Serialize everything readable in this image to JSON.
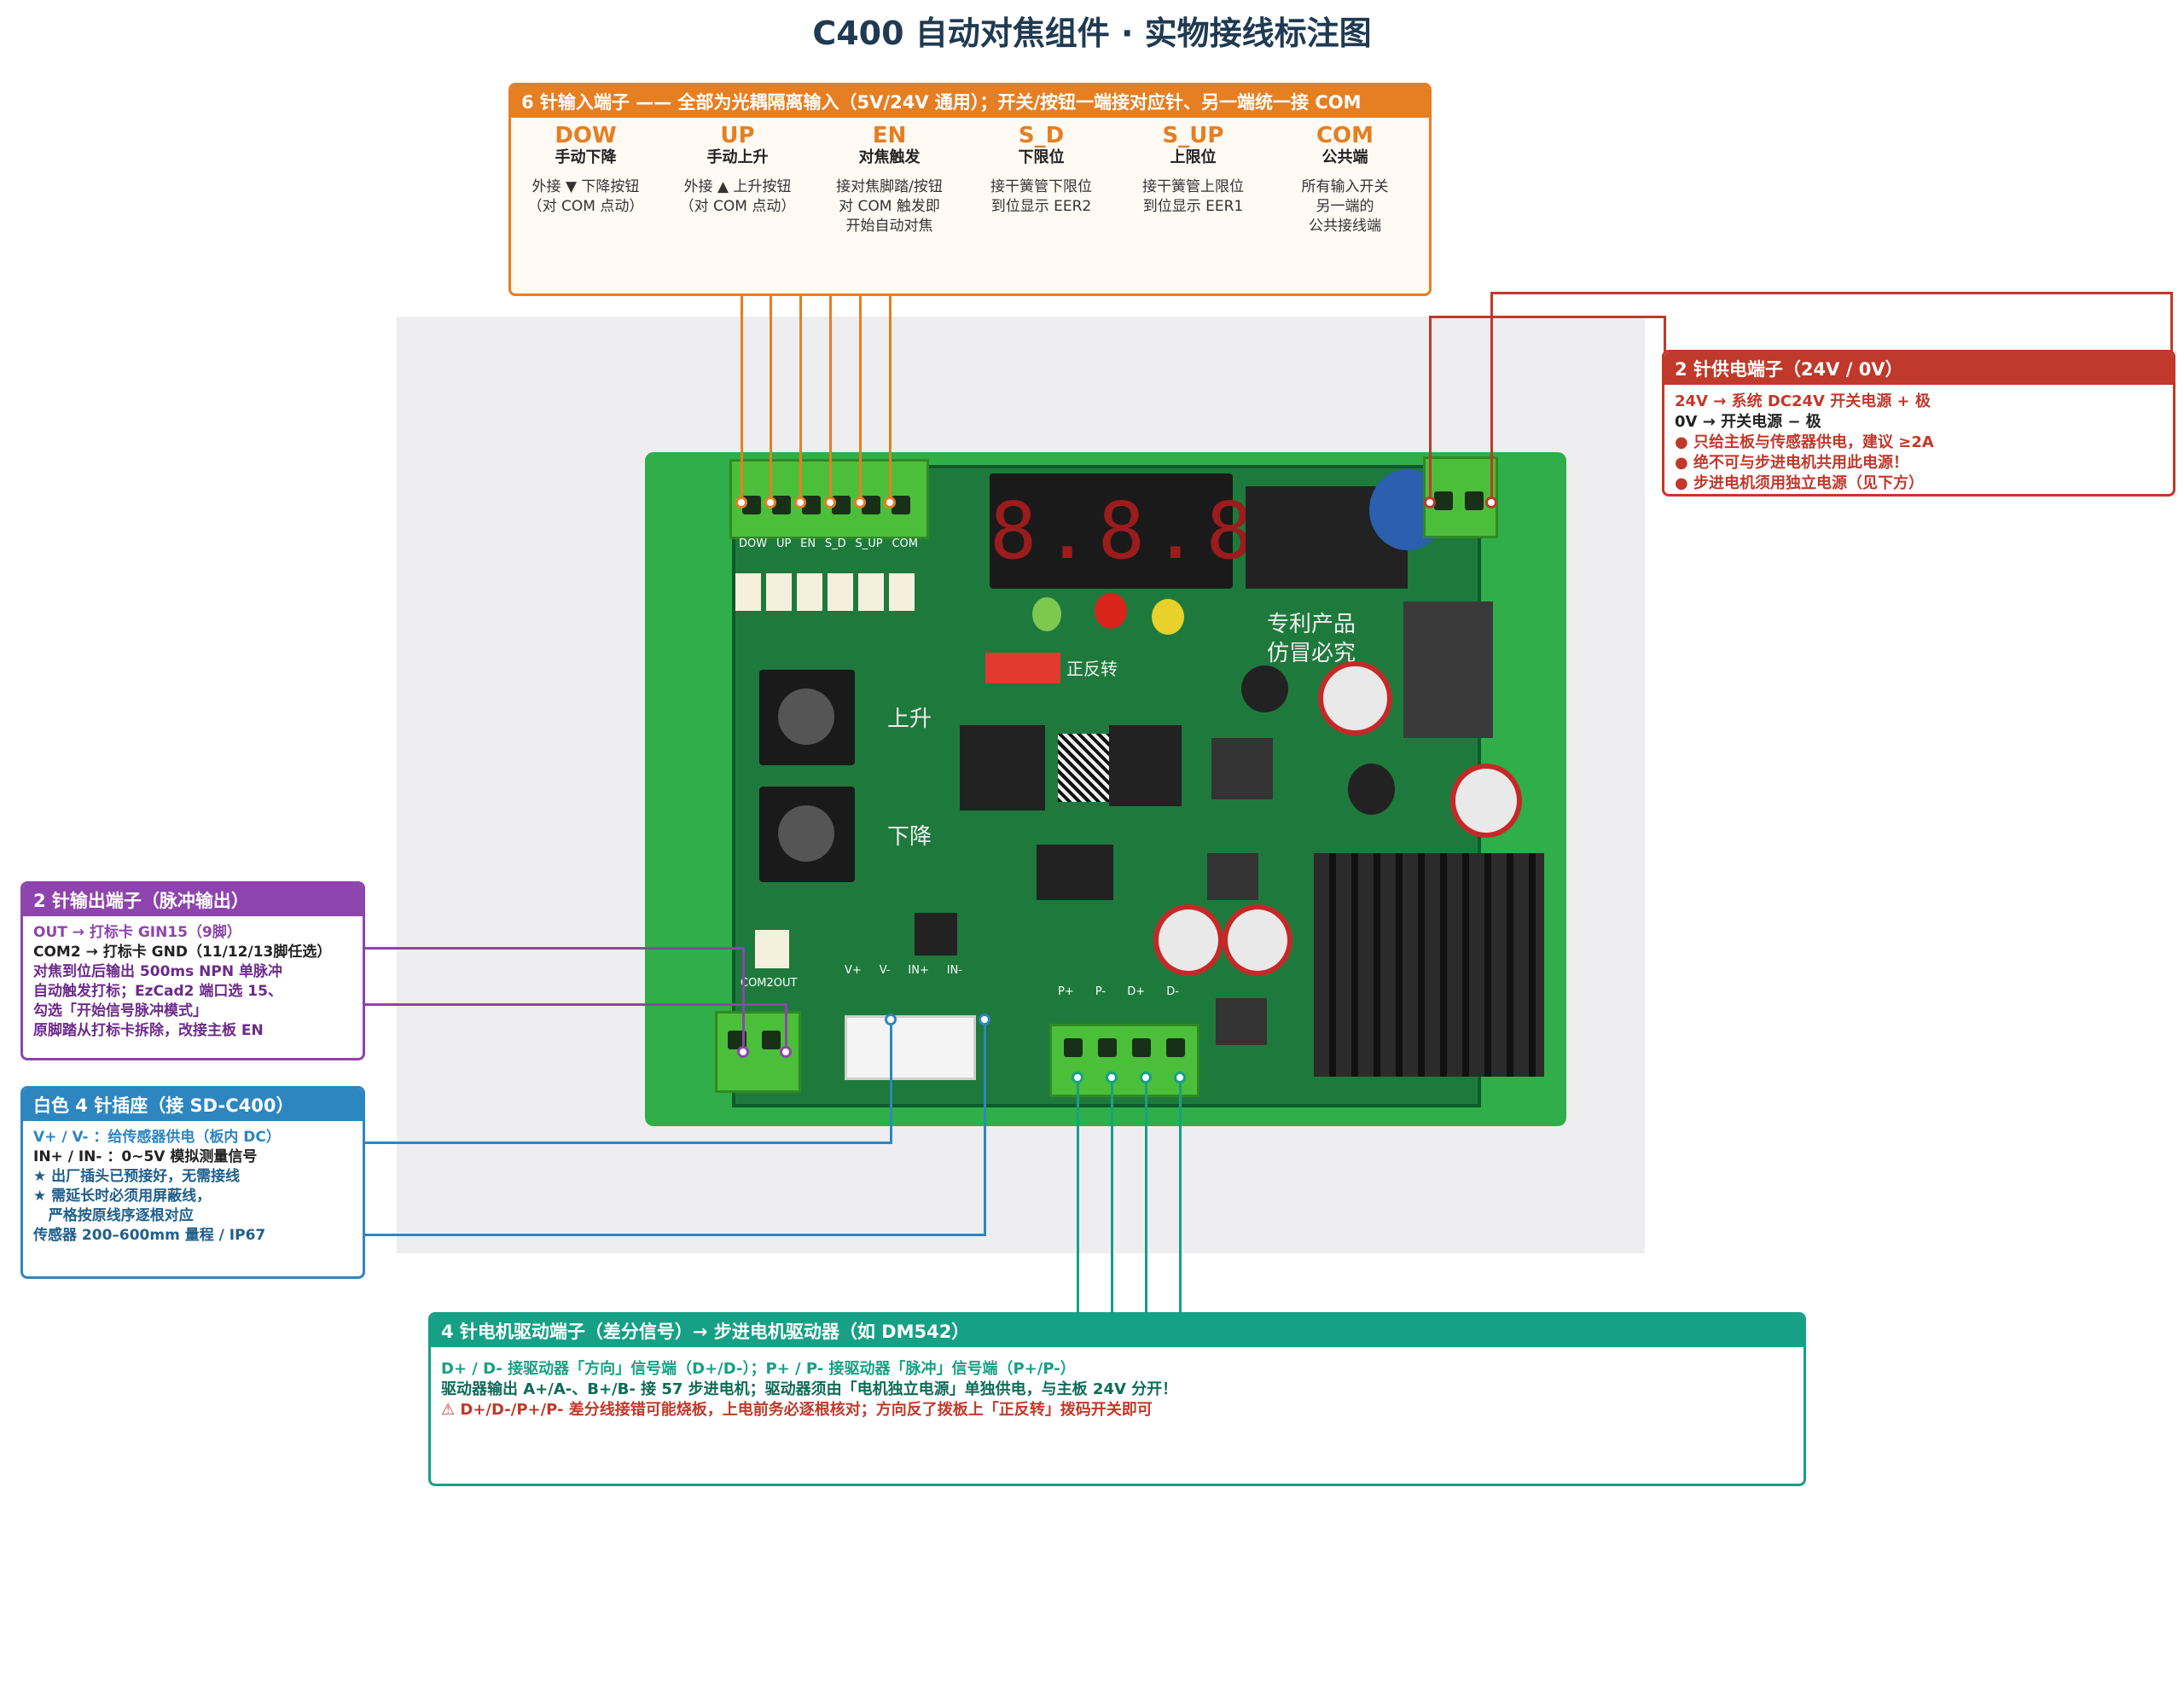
{
  "title": "C400 自动对焦组件 · 实物接线标注图",
  "input_block": {
    "header": "6 针输入端子 —— 全部为光耦隔离输入（5V/24V 通用）；开关/按钮一端接对应针、另一端统一接 COM",
    "pins": [
      {
        "name": "DOW",
        "cn": "手动下降",
        "desc": "外接 ▼ 下降按钮\n（对 COM 点动）"
      },
      {
        "name": "UP",
        "cn": "手动上升",
        "desc": "外接 ▲ 上升按钮\n（对 COM 点动）"
      },
      {
        "name": "EN",
        "cn": "对焦触发",
        "desc": "接对焦脚踏/按钮\n对 COM 触发即\n开始自动对焦"
      },
      {
        "name": "S_D",
        "cn": "下限位",
        "desc": "接干簧管下限位\n到位显示 EER2"
      },
      {
        "name": "S_UP",
        "cn": "上限位",
        "desc": "接干簧管上限位\n到位显示 EER1"
      },
      {
        "name": "COM",
        "cn": "公共端",
        "desc": "所有输入开关\n另一端的\n公共接线端"
      }
    ]
  },
  "power_block": {
    "header": "2 针供电端子（24V / 0V）",
    "lines": [
      {
        "text": "24V → 系统 DC24V 开关电源 + 极",
        "color": "#c0392b"
      },
      {
        "text": "0V → 开关电源 − 极",
        "color": "#222222"
      },
      {
        "text": "● 只给主板与传感器供电，建议 ≥2A",
        "color": "#c0392b"
      },
      {
        "text": "● 绝不可与步进电机共用此电源！",
        "color": "#c0392b"
      },
      {
        "text": "● 步进电机须用独立电源（见下方）",
        "color": "#c0392b"
      }
    ]
  },
  "output_block": {
    "header": "2 针输出端子（脉冲输出）",
    "lines": [
      {
        "text": "OUT → 打标卡 GIN15（9脚）",
        "color": "#8e44ad"
      },
      {
        "text": "COM2 → 打标卡 GND（11/12/13脚任选）",
        "color": "#222222"
      },
      {
        "text": "对焦到位后输出 500ms NPN 单脉冲",
        "color": "#6c2a8a"
      },
      {
        "text": "自动触发打标；EzCad2 端口选 15、",
        "color": "#6c2a8a"
      },
      {
        "text": "勾选「开始信号脉冲模式」",
        "color": "#6c2a8a"
      },
      {
        "text": "原脚踏从打标卡拆除，改接主板 EN",
        "color": "#6c2a8a"
      }
    ]
  },
  "sensor_block": {
    "header": "白色 4 针插座（接 SD-C400）",
    "lines": [
      {
        "text": "V+ / V- ：给传感器供电（板内 DC）",
        "color": "#2e86c1"
      },
      {
        "text": "IN+ / IN- ：0~5V 模拟测量信号",
        "color": "#222222"
      },
      {
        "text": "★ 出厂插头已预接好，无需接线",
        "color": "#1f5f8b"
      },
      {
        "text": "★ 需延长时必须用屏蔽线，",
        "color": "#1f5f8b"
      },
      {
        "text": "   严格按原线序逐根对应",
        "color": "#1f5f8b"
      },
      {
        "text": "传感器 200–600mm 量程 / IP67",
        "color": "#1f5f8b"
      }
    ]
  },
  "motor_block": {
    "header": "4 针电机驱动端子（差分信号）→ 步进电机驱动器（如 DM542）",
    "lines": [
      {
        "text": "D+ / D- 接驱动器「方向」信号端（D+/D-）；P+ / P- 接驱动器「脉冲」信号端（P+/P-）",
        "color": "#16a085"
      },
      {
        "text": "驱动器输出 A+/A-、B+/B- 接 57 步进电机；驱动器须由「电机独立电源」单独供电，与主板 24V 分开！",
        "color": "#0e6b58"
      },
      {
        "text": "⚠ D+/D-/P+/P- 差分线接错可能烧板，上电前务必逐根核对；方向反了拨板上「正反转」拨码开关即可",
        "color": "#c0392b"
      }
    ]
  },
  "board": {
    "display": "8.8.8.8.",
    "silk_up": "上升",
    "silk_down": "下降",
    "silk_patent": "专利产品",
    "silk_copy": "仿冒必究",
    "silk_dir": "正反转",
    "label_pins": [
      "DOW",
      "UP",
      "EN",
      "S_D",
      "S_UP",
      "COM"
    ],
    "label_out": [
      "COM2",
      "OUT"
    ],
    "label_sensor": [
      "V+",
      "V-",
      "IN+",
      "IN-"
    ],
    "label_motor": [
      "P+",
      "P-",
      "D+",
      "D-"
    ]
  },
  "colors": {
    "orange": "#e67e22",
    "red": "#c0392b",
    "purple": "#8e44ad",
    "blue": "#2e86c1",
    "green": "#16a085",
    "title": "#1f3a52"
  }
}
